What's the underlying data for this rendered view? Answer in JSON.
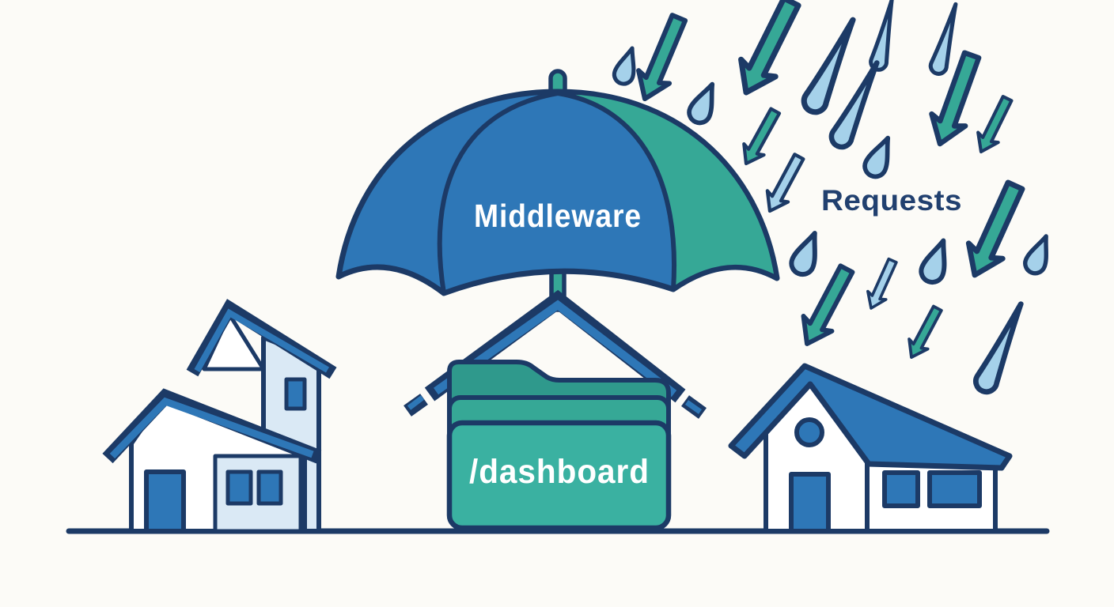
{
  "illustration": {
    "labels": {
      "umbrella": "Middleware",
      "rain": "Requests",
      "folder": "/dashboard"
    },
    "colors": {
      "background": "#fcfbf7",
      "navy": "#1c3a66",
      "text_navy": "#21406f",
      "blue": "#2e77b7",
      "teal": "#36a896",
      "teal_dark": "#2f998c",
      "folder_teal": "#3ab1a1",
      "light_blue": "#a5d1ea",
      "wall_light": "#dae9f5",
      "white": "#ffffff"
    },
    "icons": [
      "umbrella-icon",
      "folder-icon",
      "house-left-icon",
      "house-right-icon",
      "request-arrow-icon",
      "raindrop-icon",
      "rain-streak-icon"
    ]
  }
}
